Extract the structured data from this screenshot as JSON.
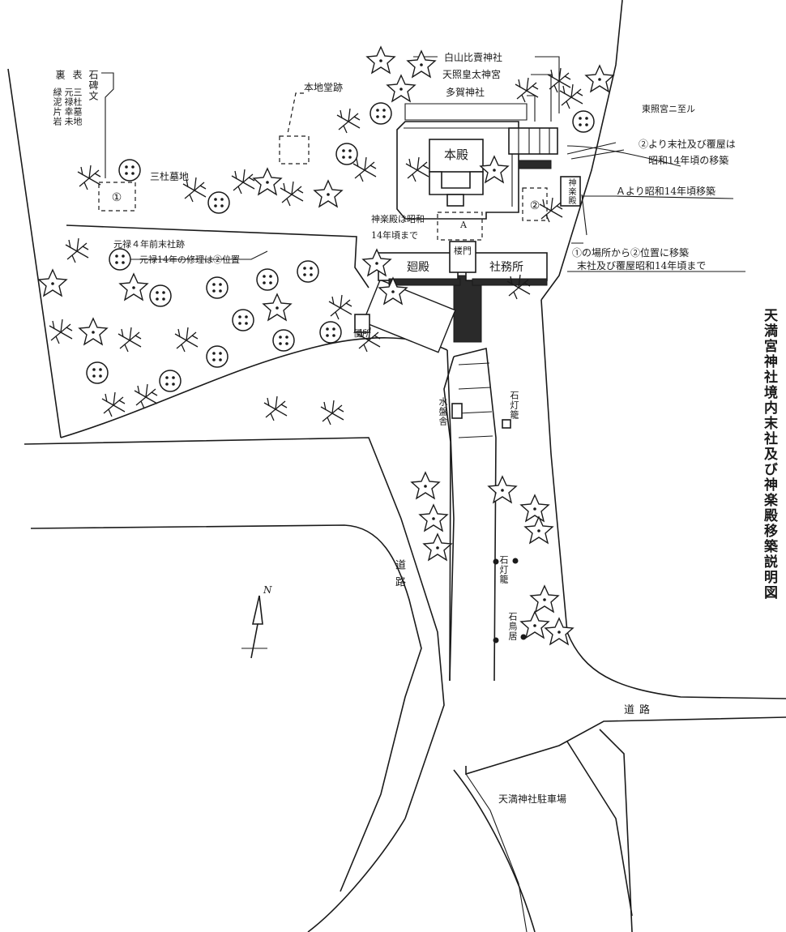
{
  "title": "天満宮神社境内末社及び神楽殿移築説明図",
  "north_label": "N",
  "buildings": {
    "honden": "本殿",
    "kaiden": "廻殿",
    "shamusho": "社務所",
    "romon": "楼門",
    "benjo": "便所",
    "kagura_small": "神楽殿",
    "marker_a": "A",
    "marker_1": "①",
    "marker_2": "②"
  },
  "shrines": {
    "hakusan": "白山比賣神社",
    "amaterasu": "天照皇太神宮",
    "taga": "多賀神社"
  },
  "labels": {
    "hondi_do": "本地堂跡",
    "sansha_bochi": "三杜墓地",
    "stone_monument": "石碑文",
    "face": "表",
    "back": "裏",
    "face_text": "三杜墓地",
    "back_text_1": "元禄幸未",
    "back_text_2": "緑泥片岩",
    "genroku_1": "元禄４年前末社跡",
    "genroku_2": "元禄14年の修理は②位置",
    "kagura_note_1": "神楽殿は昭和",
    "kagura_note_2": "14年頃まで",
    "toshogu": "東照宮ニ至ル",
    "note2_1": "②より末社及び覆屋は",
    "note2_2": "昭和14年頃の移築",
    "note_a": "Ａより昭和14年頃移築",
    "note1_1": "①の場所から②位置に移築",
    "note1_2": "末社及び覆屋昭和14年頃まで",
    "temizuya": "水盤舎",
    "toro_1": "石灯籠",
    "toro_2": "石灯籠",
    "torii": "石鳥居",
    "road_1": "道路",
    "road_2": "道路",
    "parking": "天満神社駐車場"
  },
  "map_symbols": {
    "deciduous_tree": "deciduous-tree-icon",
    "evergreen_tree": "evergreen-tree-icon",
    "conifer_tree": "star-conifer-icon",
    "stone_lantern": "stone-lantern-icon",
    "north_arrow": "north-arrow-icon"
  }
}
